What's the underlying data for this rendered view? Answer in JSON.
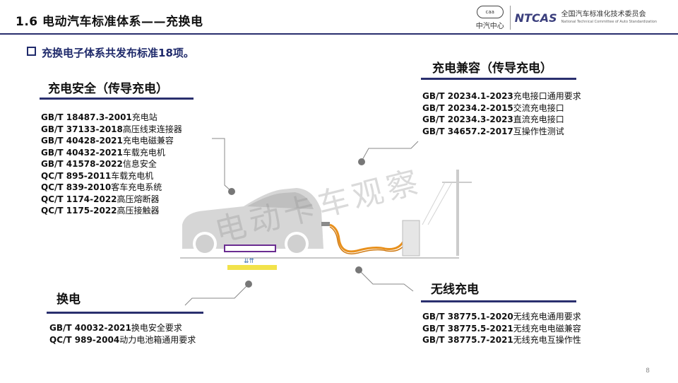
{
  "header": {
    "title": "1.6  电动汽车标准体系——充换电",
    "logo1_badge": "caa",
    "logo1_text": "中汽中心",
    "logo2_mark": "NTCAS",
    "logo2_cn": "全国汽车标准化技术委员会",
    "logo2_en": "National Technical Committee of Auto Standardization"
  },
  "subtitle": "充换电子体系共发布标准18项。",
  "groups": {
    "safety": {
      "heading": "充电安全（传导充电）",
      "items": [
        {
          "code": "GB/T 18487.3-2001",
          "name": "充电站"
        },
        {
          "code": "GB/T 37133-2018",
          "name": "高压线束连接器"
        },
        {
          "code": "GB/T 40428-2021",
          "name": "充电电磁兼容"
        },
        {
          "code": "GB/T 40432-2021",
          "name": "车载充电机"
        },
        {
          "code": "GB/T 41578-2022",
          "name": "信息安全"
        },
        {
          "code": "QC/T 895-2011",
          "name": "车载充电机"
        },
        {
          "code": "QC/T 839-2010",
          "name": "客车充电系统"
        },
        {
          "code": "QC/T 1174-2022",
          "name": "高压熔断器"
        },
        {
          "code": "QC/T 1175-2022",
          "name": "高压接触器"
        }
      ]
    },
    "compat": {
      "heading": "充电兼容（传导充电）",
      "items": [
        {
          "code": "GB/T 20234.1-2023",
          "name": "充电接口通用要求"
        },
        {
          "code": "GB/T 20234.2-2015",
          "name": "交流充电接口"
        },
        {
          "code": "GB/T 20234.3-2023",
          "name": "直流充电接口"
        },
        {
          "code": "GB/T 34657.2-2017",
          "name": "互操作性测试"
        }
      ]
    },
    "swap": {
      "heading": "换电",
      "items": [
        {
          "code": "GB/T 40032-2021",
          "name": "换电安全要求"
        },
        {
          "code": "QC/T 989-2004",
          "name": "动力电池箱通用要求"
        }
      ]
    },
    "wireless": {
      "heading": "无线充电",
      "items": [
        {
          "code": "GB/T 38775.1-2020",
          "name": "无线充电通用要求"
        },
        {
          "code": "GB/T 38775.5-2021",
          "name": "无线充电电磁兼容"
        },
        {
          "code": "GB/T 38775.7-2021",
          "name": "无线充电互操作性"
        }
      ]
    }
  },
  "watermark": "电动卡车观察",
  "page_number": "8",
  "colors": {
    "title_rule": "#2a2f6e",
    "cable": "#e8901c",
    "car": "#d4d4d4",
    "pad": "#f2e24a",
    "coil": "#6a2c91"
  }
}
